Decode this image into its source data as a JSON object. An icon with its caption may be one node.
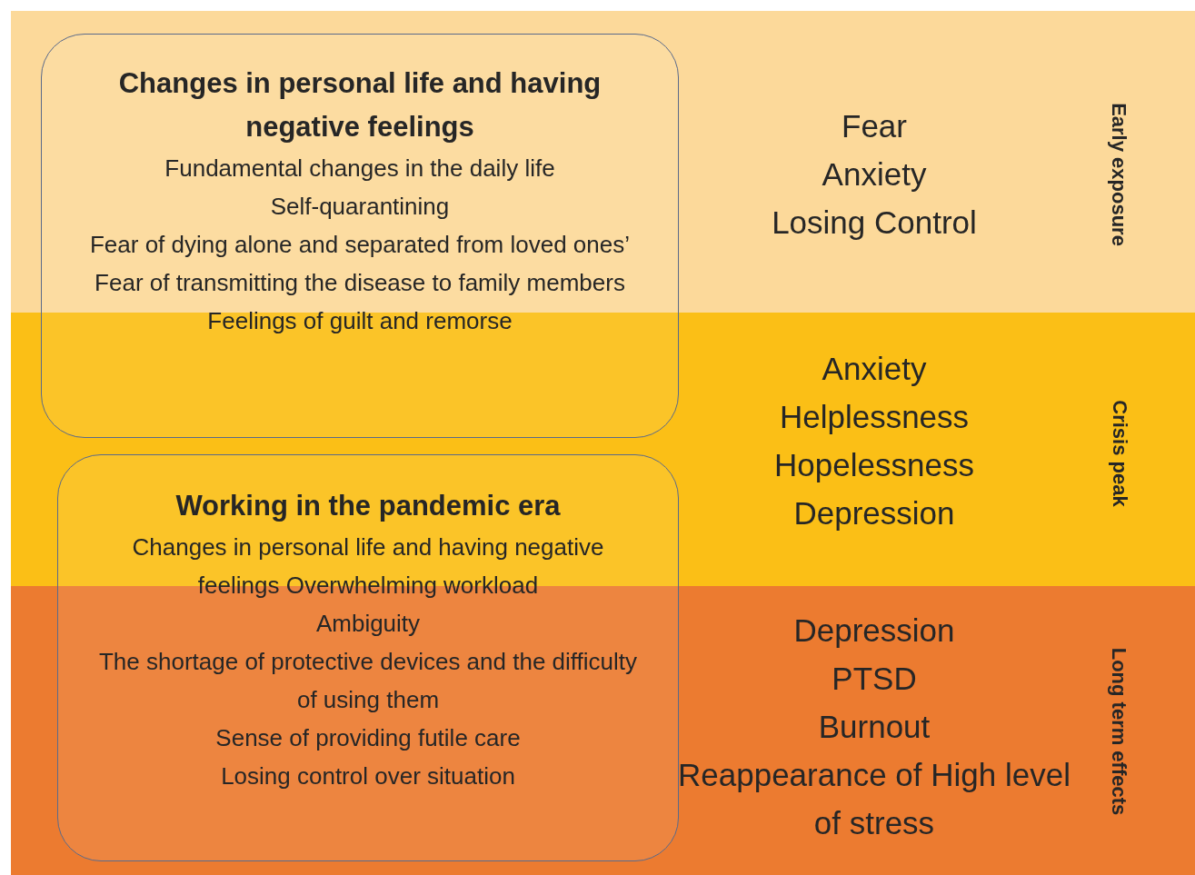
{
  "diagram": {
    "nodes": [
      {
        "text": [
          "Fear",
          "Anxiety",
          "Losing Control",
          "Early exposure"
        ]
      },
      {
        "text": [
          "Anxiety",
          "Helplessness",
          "Hopelessness",
          "Depression",
          "Crisis peak"
        ]
      },
      {
        "text": [
          "Depression",
          "PTSD",
          "Burnout",
          "Reappearance of High level of stress",
          "Long term effects"
        ]
      },
      {
        "text": [
          "Changes in personal life and having negative feelings",
          "Fundamental changes in the daily life",
          "Self-quarantining",
          "Fear of dying alone and separated from loved ones’",
          "Fear of transmitting the disease to family members",
          "Feelings of guilt and remorse"
        ]
      },
      {
        "text": [
          "Working in the pandemic era",
          "Changes in personal life and having negative feelings Overwhelming workload",
          "Ambiguity",
          "The shortage of protective devices and the difficulty of using them",
          "Sense of providing futile care",
          "Losing control over situation"
        ]
      }
    ]
  }
}
